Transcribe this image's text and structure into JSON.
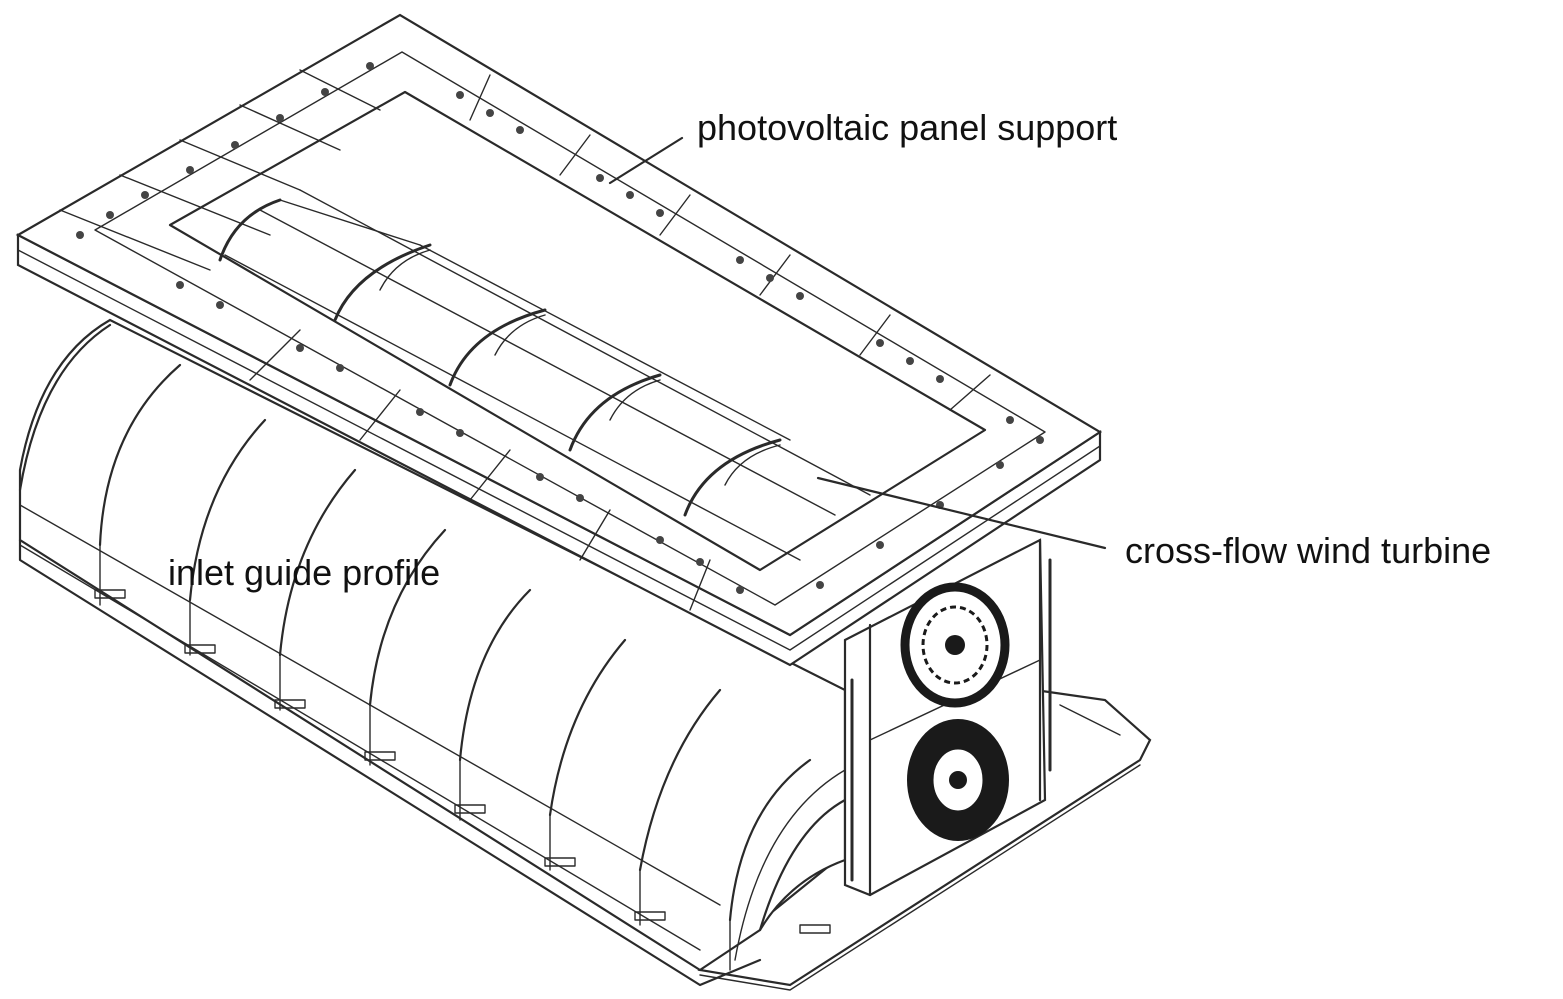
{
  "labels": {
    "pv_support": "photovoltaic panel support",
    "turbine": "cross-flow wind turbine",
    "inlet": "inlet guide profile"
  },
  "colors": {
    "line": "#2a2a2a",
    "background": "#ffffff",
    "rotor": "#1a1a1a"
  }
}
